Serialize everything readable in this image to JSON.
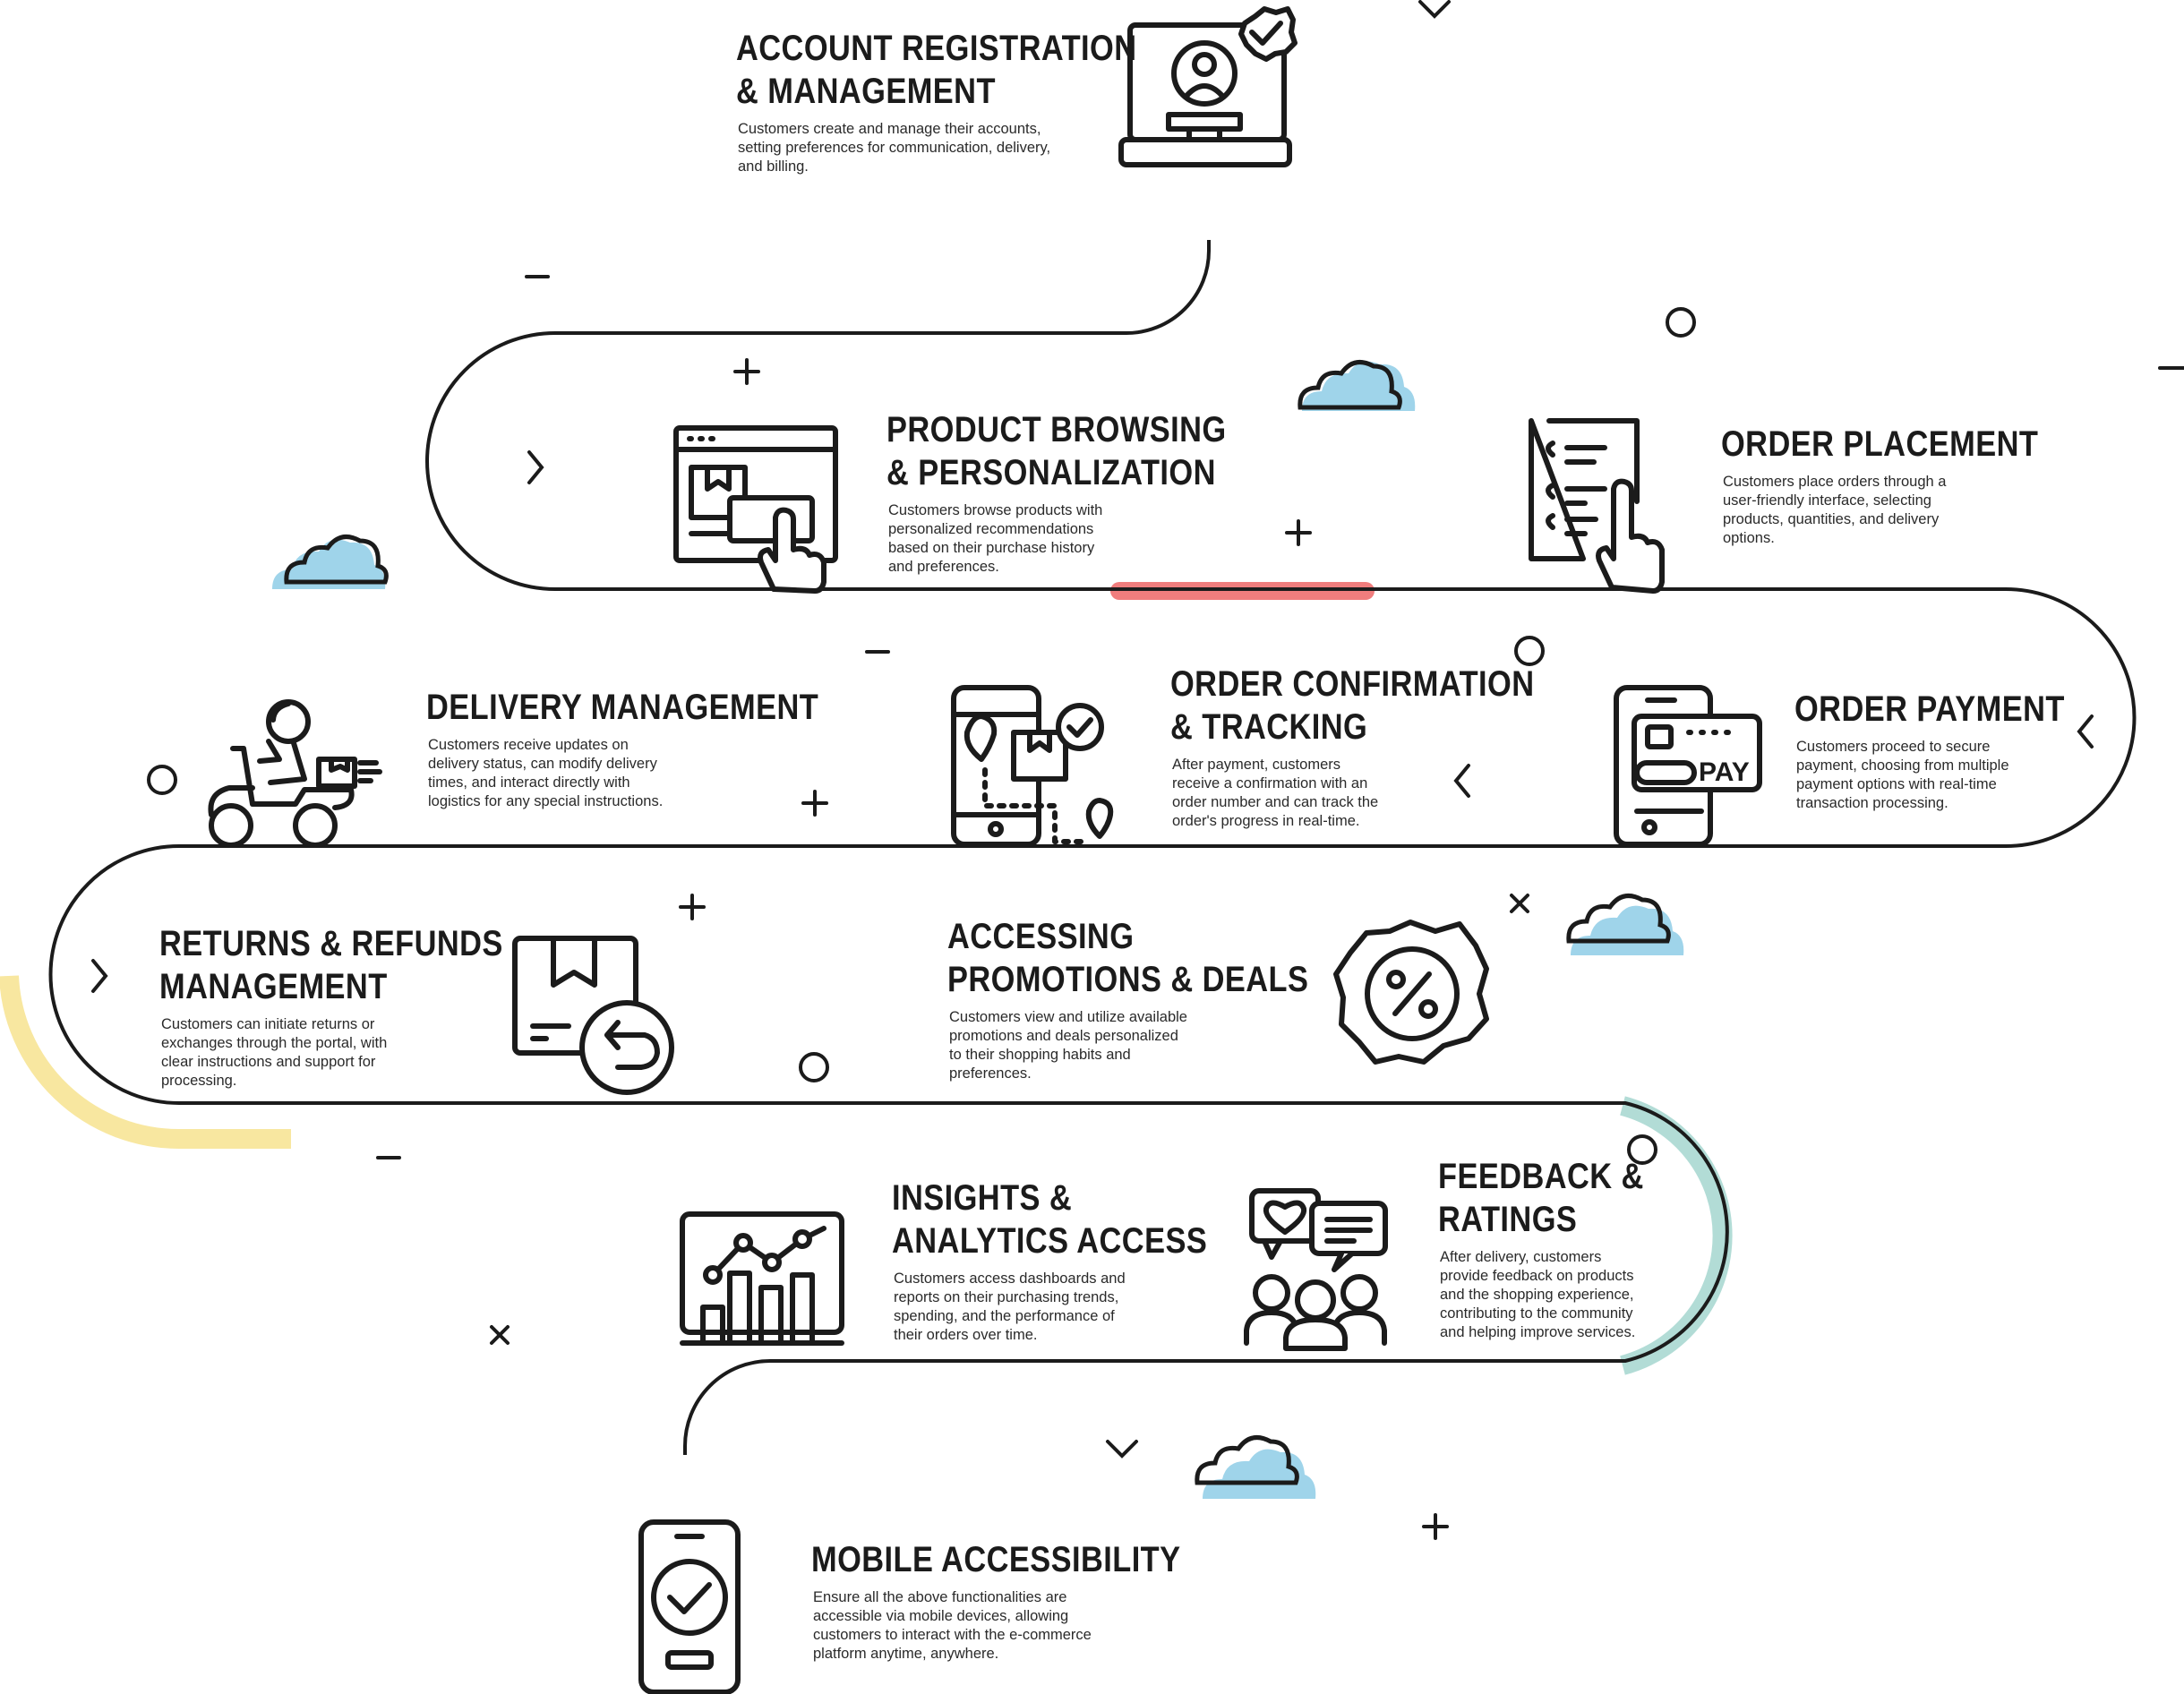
{
  "steps": [
    {
      "id": "account",
      "title": [
        "ACCOUNT REGISTRATION",
        "& MANAGEMENT"
      ],
      "desc": [
        "Customers create and manage their accounts,",
        "setting preferences for communication, delivery,",
        "and billing."
      ],
      "icon": "laptop-user-check-icon"
    },
    {
      "id": "browsing",
      "title": [
        "PRODUCT BROWSING",
        "& PERSONALIZATION"
      ],
      "desc": [
        "Customers browse products with",
        "personalized recommendations",
        "based on their purchase history",
        "and preferences."
      ],
      "icon": "browser-click-icon"
    },
    {
      "id": "placement",
      "title": [
        "ORDER PLACEMENT"
      ],
      "desc": [
        "Customers place orders through a",
        "user-friendly interface, selecting",
        "products, quantities, and delivery",
        "options."
      ],
      "icon": "checklist-hand-icon"
    },
    {
      "id": "payment",
      "title": [
        "ORDER PAYMENT"
      ],
      "desc": [
        "Customers proceed to secure",
        "payment, choosing from multiple",
        "payment options with real-time",
        "transaction processing."
      ],
      "icon": "phone-card-pay-icon",
      "icon_text": "PAY"
    },
    {
      "id": "confirmation",
      "title": [
        "ORDER CONFIRMATION",
        "& TRACKING"
      ],
      "desc": [
        "After payment, customers",
        "receive a confirmation with an",
        "order number and can track the",
        "order's progress in real-time."
      ],
      "icon": "phone-tracking-icon"
    },
    {
      "id": "delivery",
      "title": [
        "DELIVERY MANAGEMENT"
      ],
      "desc": [
        "Customers receive updates on",
        "delivery status, can modify delivery",
        "times, and interact directly with",
        "logistics for any special instructions."
      ],
      "icon": "scooter-courier-icon"
    },
    {
      "id": "returns",
      "title": [
        "RETURNS & REFUNDS",
        "MANAGEMENT"
      ],
      "desc": [
        "Customers can initiate returns or",
        "exchanges through the portal, with",
        "clear instructions and support for",
        "processing."
      ],
      "icon": "box-return-icon"
    },
    {
      "id": "promotions",
      "title": [
        "ACCESSING",
        "PROMOTIONS & DEALS"
      ],
      "desc": [
        "Customers view and utilize available",
        "promotions and deals personalized",
        "to their shopping habits and",
        "preferences."
      ],
      "icon": "percent-badge-icon"
    },
    {
      "id": "insights",
      "title": [
        "INSIGHTS &",
        "ANALYTICS ACCESS"
      ],
      "desc": [
        "Customers access dashboards and",
        "reports on their purchasing trends,",
        "spending, and the performance of",
        "their orders over time."
      ],
      "icon": "analytics-chart-icon"
    },
    {
      "id": "feedback",
      "title": [
        "FEEDBACK &",
        "RATINGS"
      ],
      "desc": [
        "After delivery, customers",
        "provide feedback on products",
        "and the shopping experience,",
        "contributing to the community",
        "and helping improve services."
      ],
      "icon": "community-feedback-icon"
    },
    {
      "id": "mobile",
      "title": [
        "MOBILE ACCESSIBILITY"
      ],
      "desc": [
        "Ensure all the above functionalities are",
        "accessible via mobile devices, allowing",
        "customers to interact with the e-commerce",
        "platform anytime, anywhere."
      ],
      "icon": "mobile-check-icon"
    }
  ],
  "colors": {
    "ink": "#1b1b1b",
    "red_accent": "#f07d7d",
    "yellow_accent": "#f8e7a0",
    "teal_accent": "#b2dcd6",
    "cloud_blue": "#9fd4ea"
  }
}
